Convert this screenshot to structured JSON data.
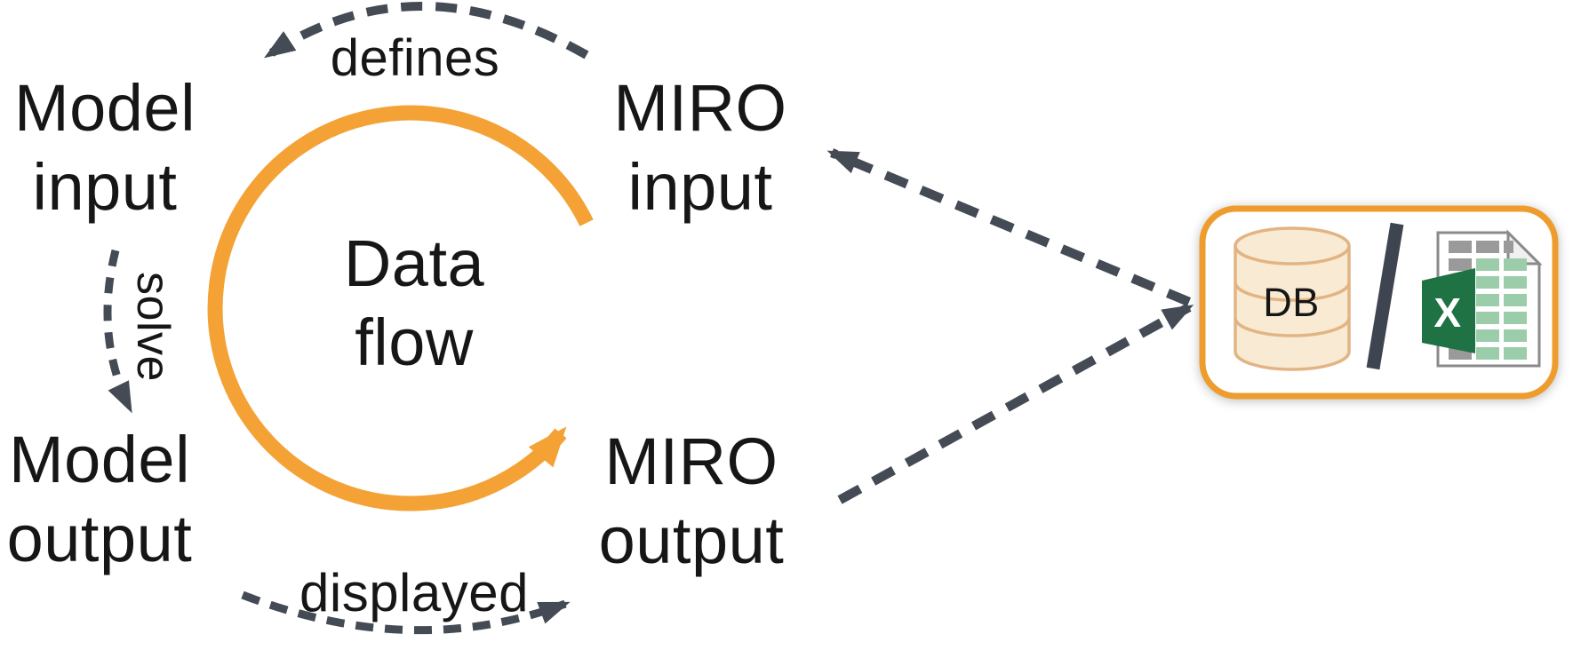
{
  "diagram": {
    "center_label": "Data\nflow",
    "nodes": {
      "model_input": "Model\ninput",
      "miro_input": "MIRO\ninput",
      "model_output": "Model\noutput",
      "miro_output": "MIRO\noutput"
    },
    "edge_labels": {
      "defines": "defines",
      "solve": "solve",
      "displayed": "displayed"
    },
    "storage": {
      "db_label": "DB",
      "excel_letter": "X"
    },
    "colors": {
      "accent_orange": "#F4A236",
      "arrow_gray": "#444B55",
      "text": "#161616",
      "db_fill": "#F9EAD3",
      "db_stroke": "#E2B483",
      "excel_green": "#1F7244",
      "cell_green": "#9CCDAA",
      "cell_gray": "#9A9A9A"
    }
  }
}
